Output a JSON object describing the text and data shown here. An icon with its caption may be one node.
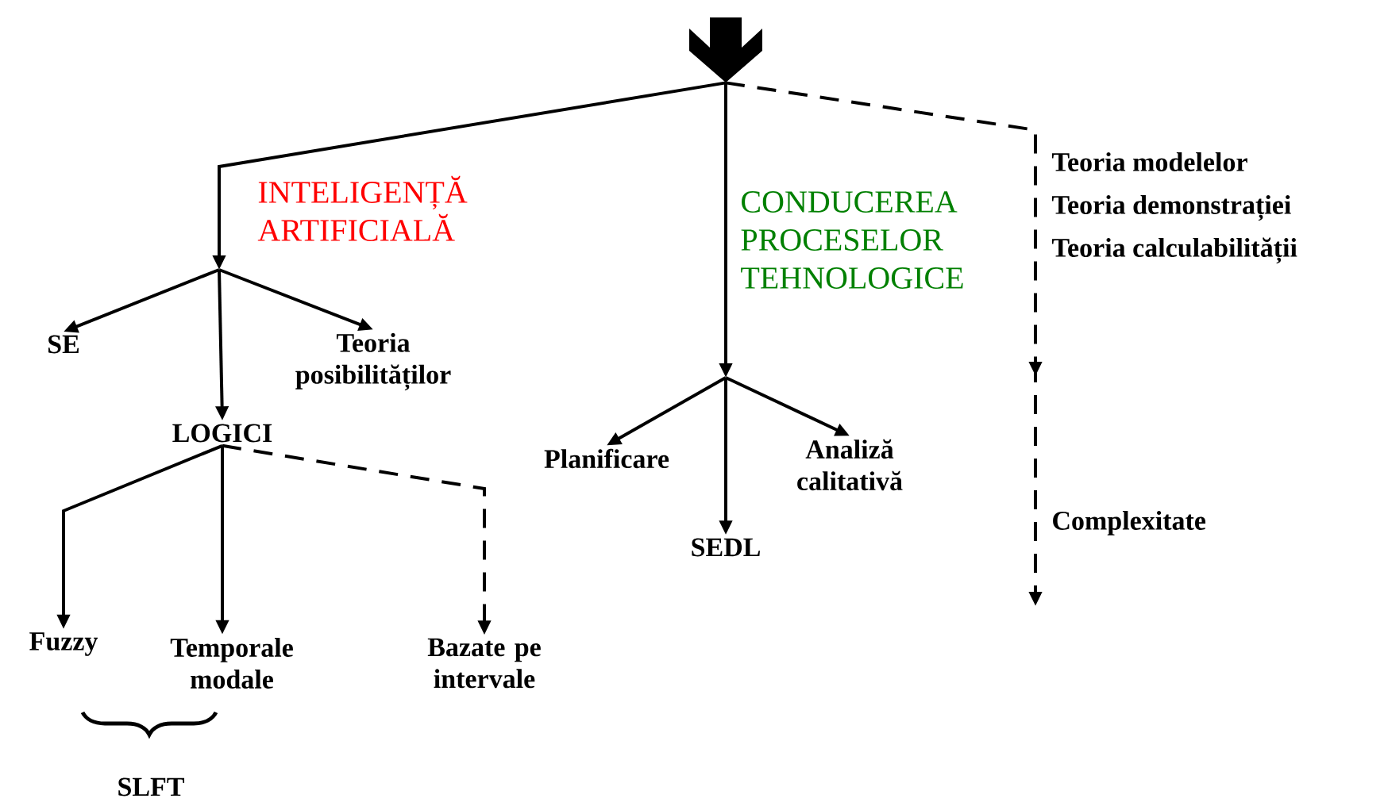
{
  "diagram": {
    "nodes": [
      {
        "text": [],
        "shape": "arrow"
      },
      {
        "text": [
          "INTELIGENȚĂ ARTIFICIALĂ"
        ]
      },
      {
        "text": [
          "CONDUCEREA PROCESELOR TEHNOLOGICE"
        ]
      },
      {
        "text": [
          "Teoria modelelor",
          "Teoria demonstrației",
          "Teoria calculabilității"
        ]
      },
      {
        "text": [
          "SE"
        ]
      },
      {
        "text": [
          "LOGICI"
        ]
      },
      {
        "text": [
          "Teoria posibilităților"
        ]
      },
      {
        "text": [
          "Planificare"
        ]
      },
      {
        "text": [
          "SEDL"
        ]
      },
      {
        "text": [
          "Analiză calitativă"
        ]
      },
      {
        "text": [
          "Complexitate"
        ]
      },
      {
        "text": [
          "Fuzzy"
        ]
      },
      {
        "text": [
          "Temporale modale"
        ]
      },
      {
        "text": [
          "Bazate pe intervale"
        ]
      }
    ],
    "edges": [
      {
        "from": 0,
        "to": 1,
        "arrow": "to"
      },
      {
        "from": 0,
        "to": 2,
        "arrow": "to"
      },
      {
        "from": 0,
        "to": 3,
        "arrow": "to",
        "style": "dashed"
      },
      {
        "from": 1,
        "to": 4,
        "arrow": "to"
      },
      {
        "from": 1,
        "to": 5,
        "arrow": "to"
      },
      {
        "from": 1,
        "to": 6,
        "arrow": "to"
      },
      {
        "from": 2,
        "to": 7,
        "arrow": "to"
      },
      {
        "from": 2,
        "to": 8,
        "arrow": "to"
      },
      {
        "from": 2,
        "to": 9,
        "arrow": "to"
      },
      {
        "from": 3,
        "to": 10,
        "arrow": "to",
        "style": "dashed"
      },
      {
        "from": 5,
        "to": 11,
        "arrow": "to"
      },
      {
        "from": 5,
        "to": 12,
        "arrow": "to"
      },
      {
        "from": 5,
        "to": 13,
        "arrow": "to",
        "style": "dashed"
      }
    ],
    "labels": [
      "SLFT"
    ]
  }
}
